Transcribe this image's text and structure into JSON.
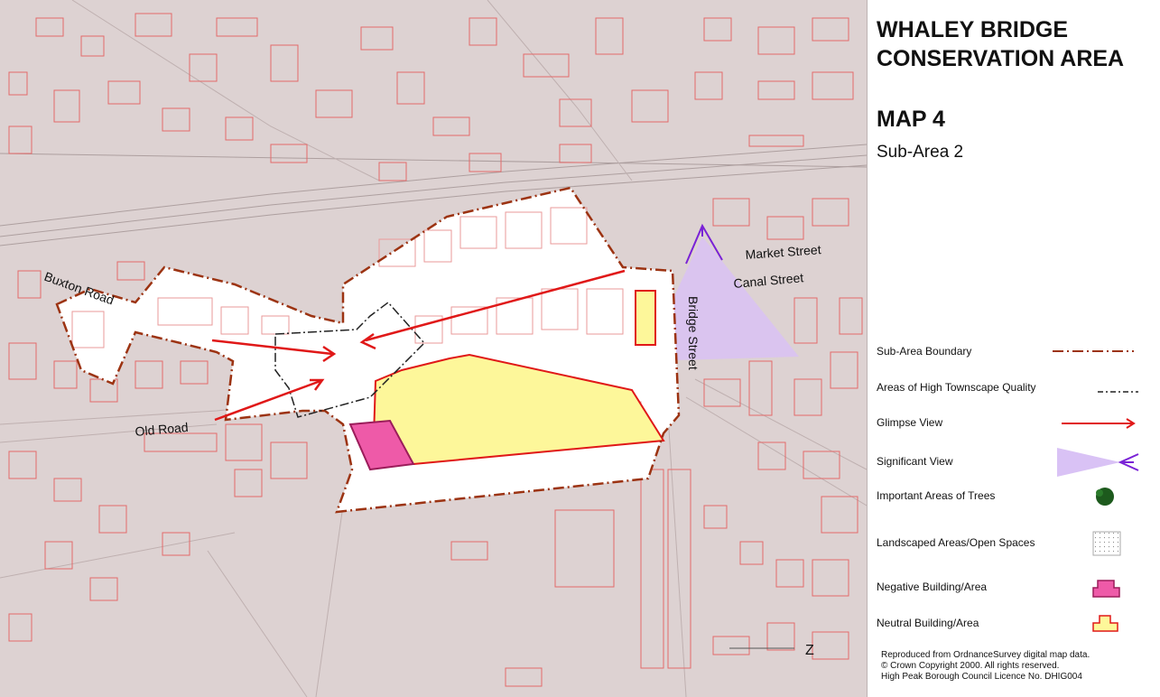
{
  "title": {
    "line1": "WHALEY BRIDGE",
    "line2": "CONSERVATION AREA",
    "map_number": "MAP 4",
    "subtitle": "Sub-Area 2"
  },
  "streets": {
    "buxton_road": "Buxton Road",
    "old_road": "Old Road",
    "market_street": "Market Street",
    "canal_street": "Canal Street",
    "bridge_street": "Bridge Street"
  },
  "compass": {
    "label": "Z"
  },
  "legend": {
    "sub_area_boundary": "Sub-Area Boundary",
    "high_townscape": "Areas of High Townscape Quality",
    "glimpse_view": "Glimpse View",
    "significant_view": "Significant View",
    "trees": "Important Areas of Trees",
    "landscaped": "Landscaped Areas/Open Spaces",
    "negative": "Negative Building/Area",
    "neutral": "Neutral Building/Area"
  },
  "credit": {
    "line1": "Reproduced from OrdnanceSurvey digital map data.",
    "line2": "© Crown Copyright 2000. All rights reserved.",
    "line3": "High Peak Borough Council Licence No. DHIG004"
  },
  "colors": {
    "map_background": "#ddd2d2",
    "building_outline": "#e36a6a",
    "boundary": "#9c3312",
    "glimpse_arrow": "#e01818",
    "significant_view_fill": "#d9c2f5",
    "significant_view_line": "#7a22d6",
    "negative_fill": "#ee5aa8",
    "neutral_fill": "#fdf79a",
    "neutral_outline": "#e01818",
    "trees": "#1d5a1d"
  }
}
